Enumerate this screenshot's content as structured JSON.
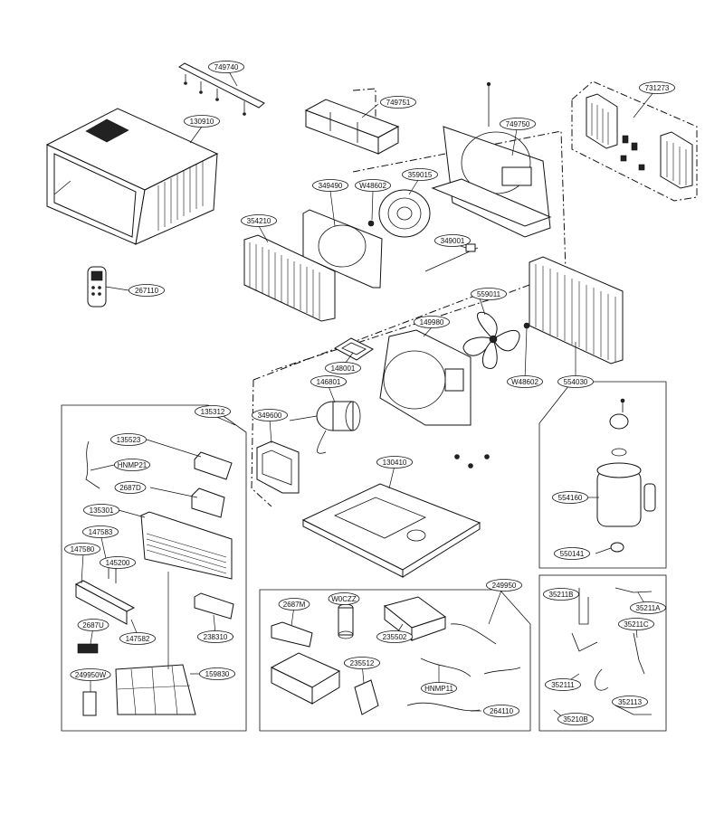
{
  "diagram": {
    "callouts": [
      {
        "id": "c-749740",
        "label": "749740"
      },
      {
        "id": "c-130910",
        "label": "130910"
      },
      {
        "id": "c-749751",
        "label": "749751"
      },
      {
        "id": "c-749750",
        "label": "749750"
      },
      {
        "id": "c-731273",
        "label": "731273"
      },
      {
        "id": "c-349490",
        "label": "349490"
      },
      {
        "id": "c-w48602a",
        "label": "W48602"
      },
      {
        "id": "c-359015",
        "label": "359015"
      },
      {
        "id": "c-354210",
        "label": "354210"
      },
      {
        "id": "c-349001",
        "label": "349001"
      },
      {
        "id": "c-267110",
        "label": "267110"
      },
      {
        "id": "c-559011",
        "label": "559011"
      },
      {
        "id": "c-149980",
        "label": "149980"
      },
      {
        "id": "c-148001",
        "label": "148001"
      },
      {
        "id": "c-w48602b",
        "label": "W48602"
      },
      {
        "id": "c-554030",
        "label": "554030"
      },
      {
        "id": "c-146801",
        "label": "146801"
      },
      {
        "id": "c-135312",
        "label": "135312"
      },
      {
        "id": "c-349600",
        "label": "349600"
      },
      {
        "id": "c-135523",
        "label": "135523"
      },
      {
        "id": "c-hnmp21",
        "label": "HNMP21"
      },
      {
        "id": "c-2687d",
        "label": "2687D"
      },
      {
        "id": "c-135301",
        "label": "135301"
      },
      {
        "id": "c-147583",
        "label": "147583"
      },
      {
        "id": "c-147580",
        "label": "147580"
      },
      {
        "id": "c-145200",
        "label": "145200"
      },
      {
        "id": "c-130410",
        "label": "130410"
      },
      {
        "id": "c-554160",
        "label": "554160"
      },
      {
        "id": "c-550141",
        "label": "550141"
      },
      {
        "id": "c-238310",
        "label": "238310"
      },
      {
        "id": "c-147582",
        "label": "147582"
      },
      {
        "id": "c-2687u",
        "label": "2687U"
      },
      {
        "id": "c-159830",
        "label": "159830"
      },
      {
        "id": "c-249950w",
        "label": "249950W"
      },
      {
        "id": "c-2687m",
        "label": "2687M"
      },
      {
        "id": "c-w0czz",
        "label": "W0CZZ"
      },
      {
        "id": "c-249950",
        "label": "249950"
      },
      {
        "id": "c-235502",
        "label": "235502"
      },
      {
        "id": "c-235512",
        "label": "235512"
      },
      {
        "id": "c-hnmp11",
        "label": "HNMP11"
      },
      {
        "id": "c-264110",
        "label": "264110"
      },
      {
        "id": "c-35211b",
        "label": "35211B"
      },
      {
        "id": "c-35211a",
        "label": "35211A"
      },
      {
        "id": "c-35211c",
        "label": "35211C"
      },
      {
        "id": "c-352111",
        "label": "352111"
      },
      {
        "id": "c-352113",
        "label": "352113"
      },
      {
        "id": "c-35210b",
        "label": "35210B"
      }
    ]
  }
}
